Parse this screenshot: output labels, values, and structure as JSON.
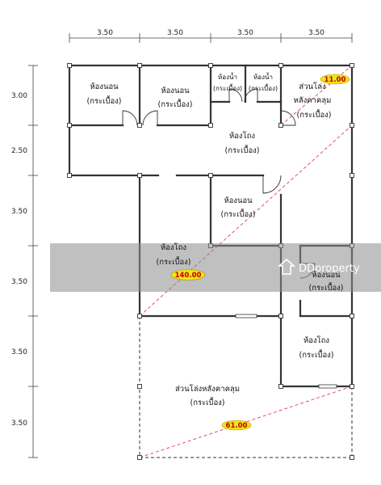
{
  "dimensions": {
    "top": [
      "3.50",
      "3.50",
      "3.50",
      "3.50"
    ],
    "left": [
      "3.00",
      "2.50",
      "3.50",
      "3.50",
      "3.50",
      "3.50"
    ]
  },
  "rooms": {
    "bedroom1": {
      "name": "ห้องนอน",
      "floor": "(กระเบื้อง)"
    },
    "bedroom2": {
      "name": "ห้องนอน",
      "floor": "(กระเบื้อง)"
    },
    "bath1": {
      "name": "ห้องน้ำ",
      "floor": "(กระเบื้อง)"
    },
    "bath2": {
      "name": "ห้องน้ำ",
      "floor": "(กระเบื้อง)"
    },
    "covered_open_top": {
      "name1": "ส่วนโล่ง",
      "name2": "หลังคาคลุม",
      "floor": "(กระเบื้อง)"
    },
    "hall_top": {
      "name": "ห้องโถง",
      "floor": "(กระเบื้อง)"
    },
    "bedroom_center": {
      "name": "ห้องนอน",
      "floor": "(กระเบื้อง)"
    },
    "hall_left": {
      "name": "ห้องโถง",
      "floor": "(กระเบื้อง)"
    },
    "bedroom_right": {
      "name": "ห้องนอน",
      "floor": "(กระเบื้อง)"
    },
    "hall_right": {
      "name": "ห้องโถง",
      "floor": "(กระเบื้อง)"
    },
    "covered_open_bottom": {
      "name": "ส่วนโล่งหลังคาคลุม",
      "floor": "(กระเบื้อง)"
    }
  },
  "areas": {
    "top_right": "11.00",
    "main": "140.00",
    "bottom": "61.00"
  },
  "watermark": "DDproperty",
  "colors": {
    "wall": "#333333",
    "area_fill": "#f2e21a",
    "area_text": "#c00000",
    "diagonal": "#e0506a",
    "watermark_band": "#8c8c8c"
  }
}
